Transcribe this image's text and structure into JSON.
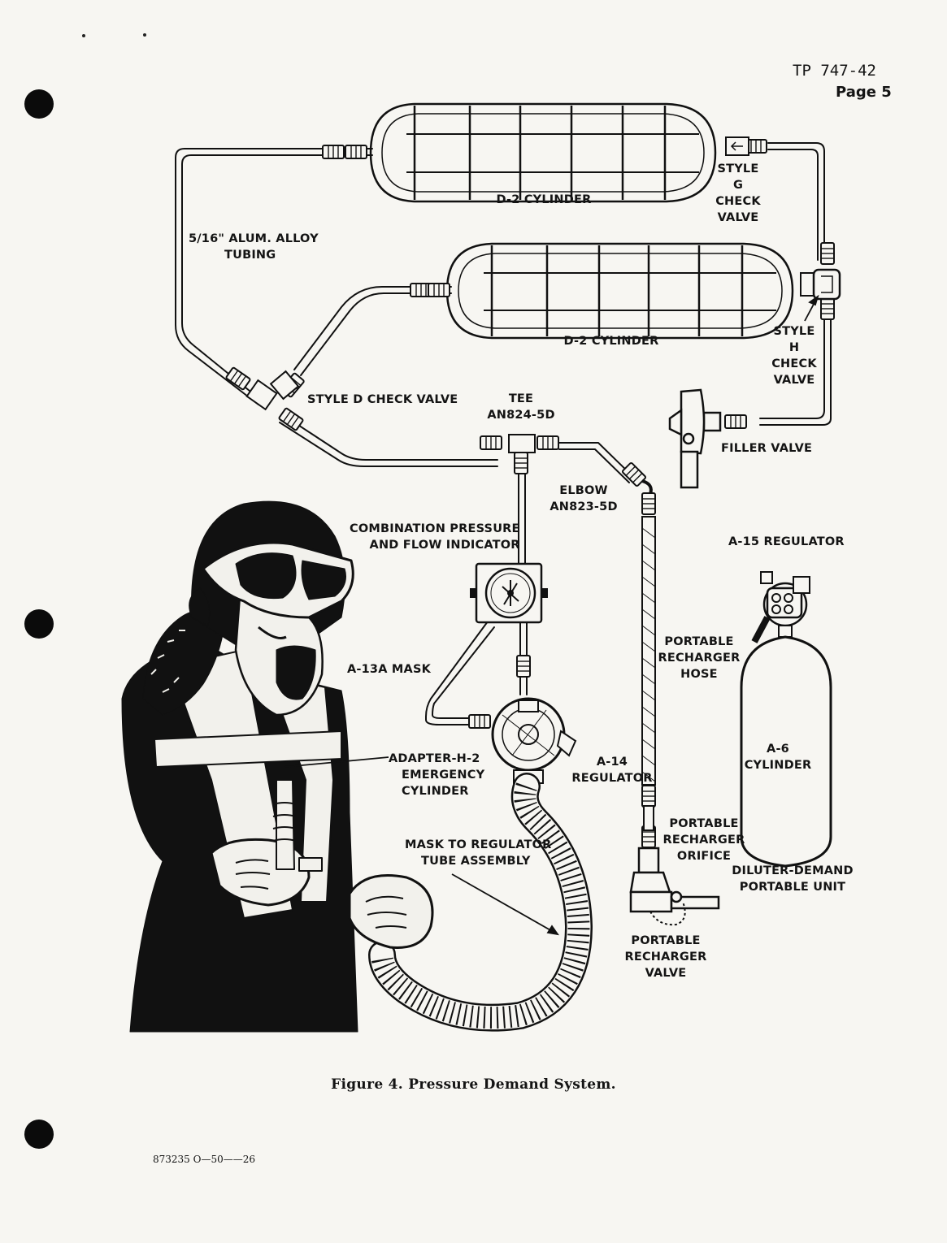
{
  "header": {
    "doc_id": "TP 747-42",
    "page": "Page 5"
  },
  "labels": {
    "d2_cylinder_top": "D-2 CYLINDER",
    "d2_cylinder_bottom": "D-2 CYLINDER",
    "style_g": [
      "STYLE",
      "G",
      "CHECK",
      "VALVE"
    ],
    "tubing": [
      "5/16\" ALUM. ALLOY",
      "TUBING"
    ],
    "style_h": [
      "STYLE",
      "H",
      "CHECK",
      "VALVE"
    ],
    "style_d": "STYLE D CHECK VALVE",
    "tee": [
      "TEE",
      "AN824-5D"
    ],
    "filler_valve": "FILLER VALVE",
    "elbow": [
      "ELBOW",
      "AN823-5D"
    ],
    "combo_indicator": [
      "COMBINATION PRESSURE",
      "AND FLOW INDICATOR"
    ],
    "a15_regulator": "A-15 REGULATOR",
    "a13a_mask": "A-13A MASK",
    "recharger_hose": [
      "PORTABLE",
      "RECHARGER",
      "HOSE"
    ],
    "adapter": [
      "ADAPTER-H-2",
      "EMERGENCY",
      "CYLINDER"
    ],
    "a14_regulator": [
      "A-14",
      "REGULATOR"
    ],
    "a6_cylinder": [
      "A-6",
      "CYLINDER"
    ],
    "recharger_orifice": [
      "PORTABLE",
      "RECHARGER",
      "ORIFICE"
    ],
    "mask_tube": [
      "MASK TO REGULATOR",
      "TUBE ASSEMBLY"
    ],
    "diluter_demand": [
      "DILUTER-DEMAND",
      "PORTABLE UNIT"
    ],
    "recharger_valve": [
      "PORTABLE",
      "RECHARGER",
      "VALVE"
    ]
  },
  "caption": "Figure 4.  Pressure Demand System.",
  "print_code": "873235 O—50——26"
}
